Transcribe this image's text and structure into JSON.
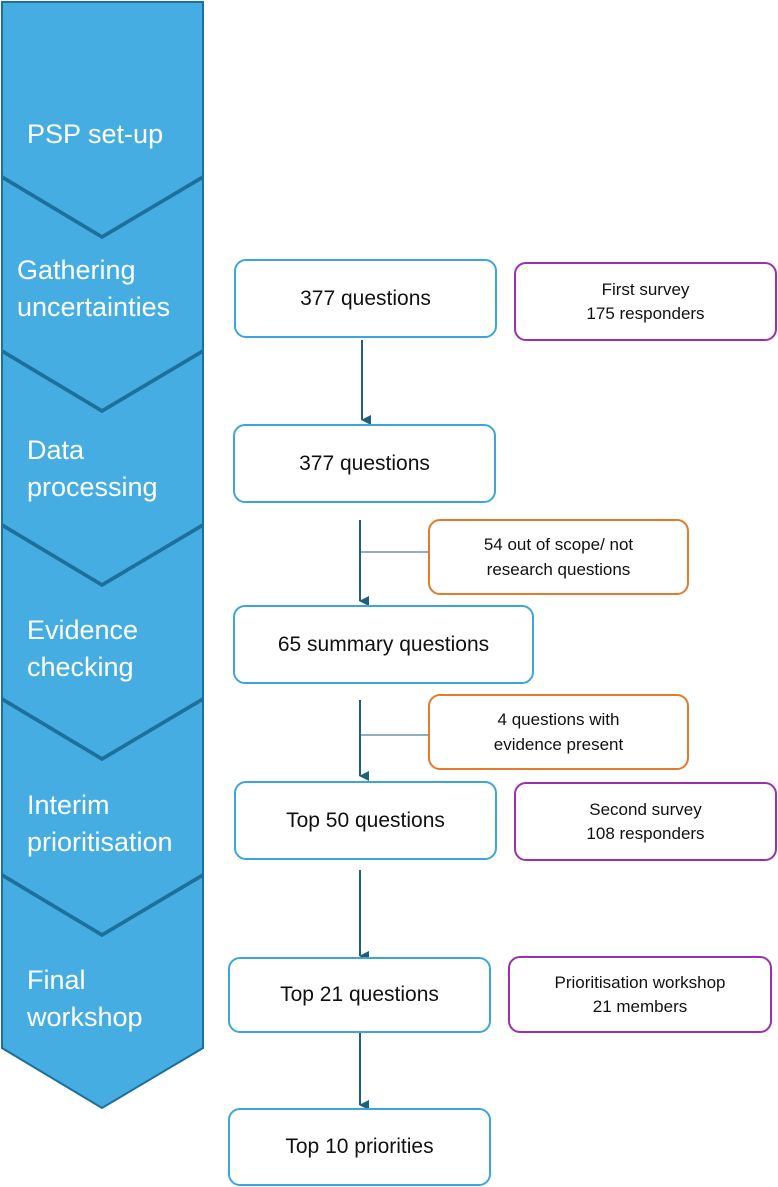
{
  "stages": [
    {
      "label": "PSP set-up"
    },
    {
      "label": "Gathering\nuncertainties"
    },
    {
      "label": "Data\nprocessing"
    },
    {
      "label": "Evidence\nchecking"
    },
    {
      "label": "Interim\nprioritisation"
    },
    {
      "label": "Final\nworkshop"
    }
  ],
  "flow_boxes": [
    {
      "text": "377 questions"
    },
    {
      "text": "377 questions"
    },
    {
      "text": "65 summary questions"
    },
    {
      "text": "Top 50 questions"
    },
    {
      "text": "Top 21 questions"
    },
    {
      "text": "Top 10 priorities"
    }
  ],
  "participation_boxes": [
    {
      "text": "First survey\n175 responders"
    },
    {
      "text": "Second survey\n108 responders"
    },
    {
      "text": "Prioritisation workshop\n21 members"
    }
  ],
  "exclusion_boxes": [
    {
      "text": "54 out of scope/ not\nresearch questions"
    },
    {
      "text": "4 questions with\nevidence present"
    }
  ],
  "colors": {
    "chevron": "#45ade2",
    "chevron_border": "#1d6f9c",
    "flow_border": "#3aa6dd",
    "participation_border": "#9b2fae",
    "exclusion_border": "#e57a2a",
    "arrow": "#1f5f7f"
  }
}
